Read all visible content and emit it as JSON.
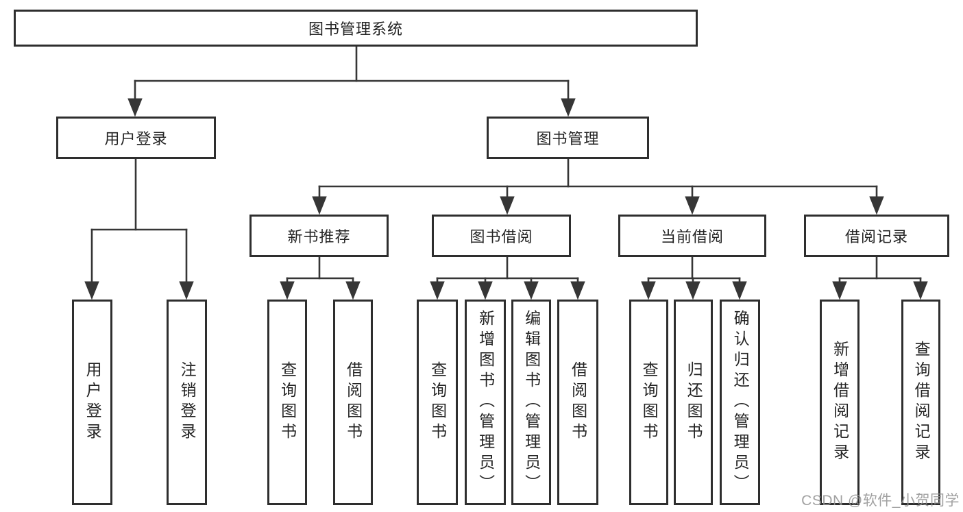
{
  "diagram": {
    "title": "图书管理系统",
    "root": {
      "label": "图书管理系统"
    },
    "level2": [
      {
        "label": "用户登录"
      },
      {
        "label": "图书管理"
      }
    ],
    "level3": [
      {
        "label": "新书推荐"
      },
      {
        "label": "图书借阅"
      },
      {
        "label": "当前借阅"
      },
      {
        "label": "借阅记录"
      }
    ],
    "leaves": {
      "user_login": [
        "用户登录",
        "注销登录"
      ],
      "new_book_recommend": [
        "查询图书",
        "借阅图书"
      ],
      "book_borrowing": [
        "查询图书",
        "新增图书（管理员）",
        "编辑图书（管理员）",
        "借阅图书"
      ],
      "current_borrowing": [
        "查询图书",
        "归还图书",
        "确认归还（管理员）"
      ],
      "borrowing_records": [
        "新增借阅记录",
        "查询借阅记录"
      ]
    }
  },
  "watermark": {
    "text": "CSDN @软件_小贺同学"
  },
  "colors": {
    "line": "#363636",
    "box_border": "#2e2e2e",
    "text": "#242424",
    "background": "#ffffff",
    "watermark": "#949494"
  }
}
